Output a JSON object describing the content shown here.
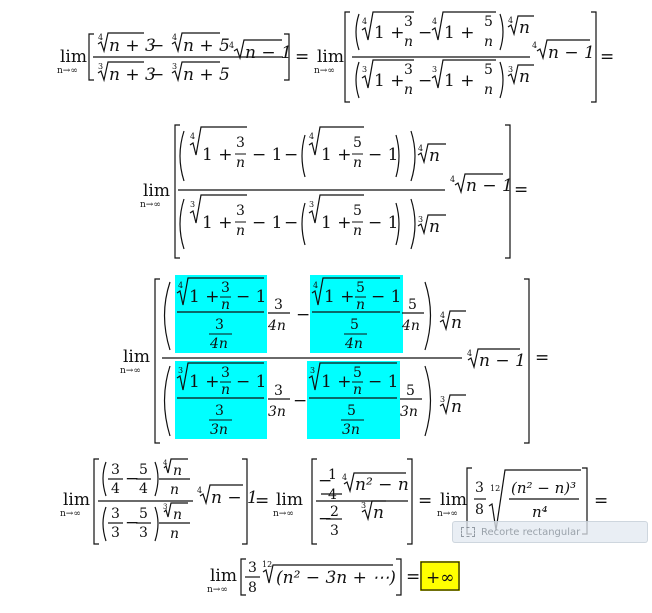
{
  "math": {
    "lim": "lim",
    "lim_sub": "n→∞",
    "eq": "=",
    "minus": "−",
    "plus": "+",
    "idx4": "4",
    "idx3": "3",
    "idx12": "12",
    "n": "n",
    "one": "1",
    "three": "3",
    "five": "5",
    "four": "4",
    "eight": "8",
    "two": "2",
    "three_n": "3n",
    "four_n": "4n",
    "n_plus_3": "n + 3",
    "n_plus_5": "n + 5",
    "n_minus_1": "n − 1",
    "one_plus": "1 +",
    "minus_one": "− 1",
    "n2_minus_n": "n² − n",
    "n2_minus_n_sq": "(n² − n)³",
    "n4": "n⁴",
    "poly": "(n² − 3n + ⋯)",
    "result": "+∞"
  },
  "colors": {
    "highlight_cyan": "#00ffff",
    "highlight_yellow": "#ffff00"
  },
  "overlay": {
    "tooltip_label": "Recorte rectangular",
    "tooltip_icon": "rectangle-snip-icon"
  }
}
